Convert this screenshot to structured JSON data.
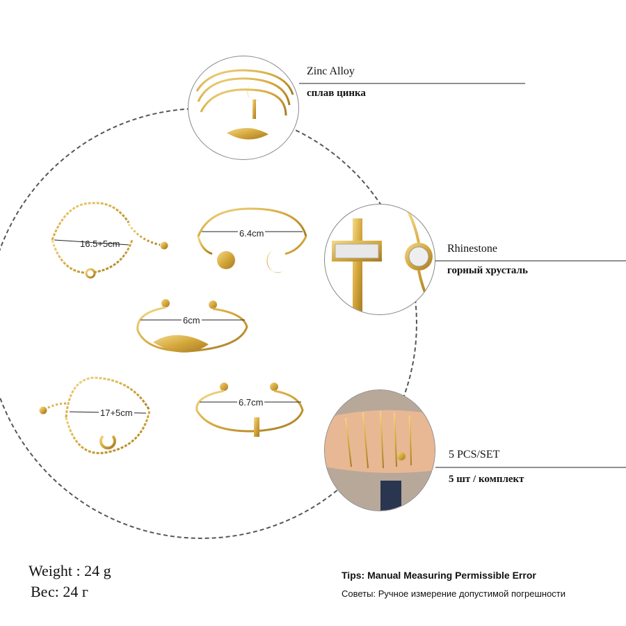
{
  "features": [
    {
      "en": "Zinc Alloy",
      "ru": "сплав цинка"
    },
    {
      "en": "Rhinestone",
      "ru": "горный хрусталь"
    },
    {
      "en": "5 PCS/SET",
      "ru": "5 шт / комплект"
    }
  ],
  "measurements": {
    "chain_bracelet_1": "16.5+5cm",
    "cuff_moon": "6.4cm",
    "cuff_leaf": "6cm",
    "chain_bracelet_2": "17+5cm",
    "cuff_bar": "6.7cm"
  },
  "weight": {
    "en": "Weight : 24 g",
    "ru": "Вес: 24 г"
  },
  "tips": {
    "en": "Tips: Manual Measuring Permissible Error",
    "ru": "Советы: Ручное измерение допустимой погрешности"
  },
  "colors": {
    "gold": "#d9b04a",
    "gold_dark": "#b08a2c"
  }
}
